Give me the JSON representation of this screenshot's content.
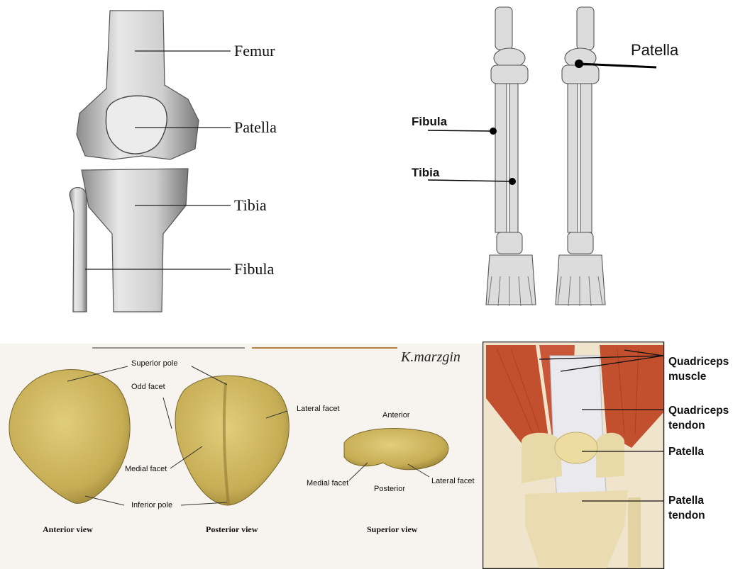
{
  "knee_front": {
    "labels": {
      "femur": "Femur",
      "patella": "Patella",
      "tibia": "Tibia",
      "fibula": "Fibula"
    }
  },
  "legs_skeleton": {
    "labels": {
      "patella": "Patella",
      "fibula": "Fibula",
      "tibia": "Tibia"
    }
  },
  "patella_views": {
    "labels": {
      "superior_pole": "Superior pole",
      "odd_facet": "Odd facet",
      "lateral_facet": "Lateral facet",
      "medial_facet": "Medial facet",
      "inferior_pole": "Inferior pole",
      "anterior": "Anterior",
      "posterior": "Posterior",
      "sup_medial_facet": "Medial facet",
      "sup_lateral_facet": "Lateral facet"
    },
    "captions": {
      "anterior_view": "Anterior view",
      "posterior_view": "Posterior view",
      "superior_view": "Superior view"
    }
  },
  "knee_muscle": {
    "labels": {
      "quadriceps_muscle_1": "Quadriceps",
      "quadriceps_muscle_2": "muscle",
      "quadriceps_tendon_1": "Quadriceps",
      "quadriceps_tendon_2": "tendon",
      "patella": "Patella",
      "patella_tendon_1": "Patella",
      "patella_tendon_2": "tendon"
    }
  },
  "colors": {
    "bone": "#d9d9d9",
    "patella_yellow": "#c8b15a",
    "muscle": "#c2502e",
    "tendon": "#e9e9ee"
  }
}
